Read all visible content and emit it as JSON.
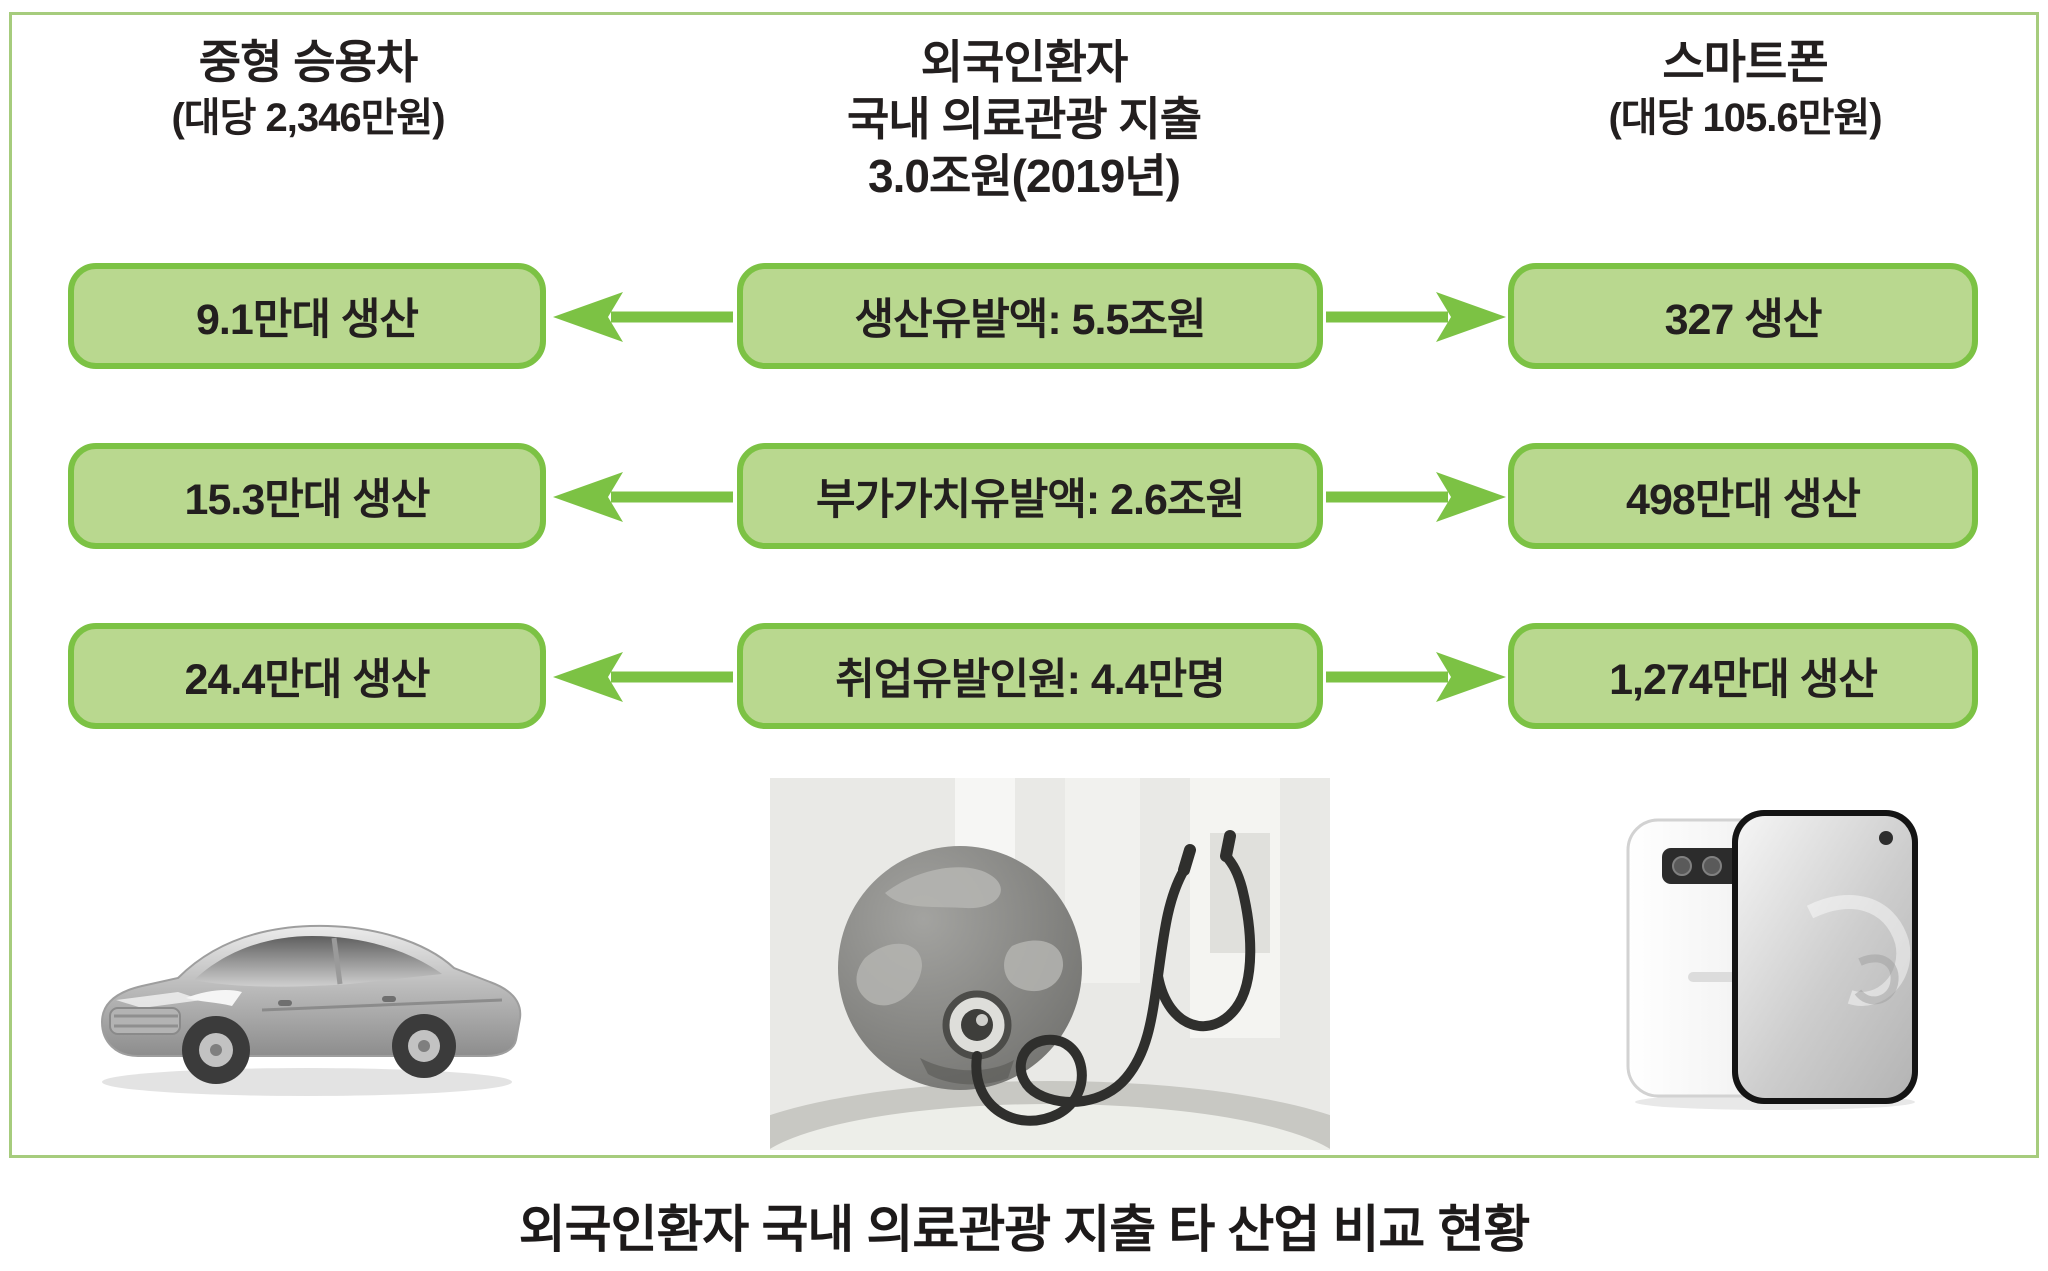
{
  "columns": {
    "left": {
      "title": "중형 승용차",
      "subtitle": "(대당 2,346만원)"
    },
    "center": {
      "title_line1": "외국인환자",
      "title_line2": "국내 의료관광 지출",
      "title_line3": "3.0조원(2019년)"
    },
    "right": {
      "title": "스마트폰",
      "subtitle": "(대당 105.6만원)"
    }
  },
  "rows": [
    {
      "left": "9.1만대 생산",
      "center": "생산유발액: 5.5조원",
      "right": "327 생산"
    },
    {
      "left": "15.3만대 생산",
      "center": "부가가치유발액: 2.6조원",
      "right": "498만대 생산"
    },
    {
      "left": "24.4만대 생산",
      "center": "취업유발인원: 4.4만명",
      "right": "1,274만대 생산"
    }
  ],
  "caption": "외국인환자 국내 의료관광 지출 타 산업 비교 현황",
  "icons": {
    "left_figure": "midsize-sedan-photo",
    "center_figure": "globe-with-stethoscope-photo",
    "right_figure": "smartphone-photo"
  },
  "colors": {
    "box_fill": "#b9d88f",
    "box_border": "#7cc244",
    "arrow": "#7cc244",
    "frame_border": "#a6cc7d",
    "text": "#231f1f"
  }
}
